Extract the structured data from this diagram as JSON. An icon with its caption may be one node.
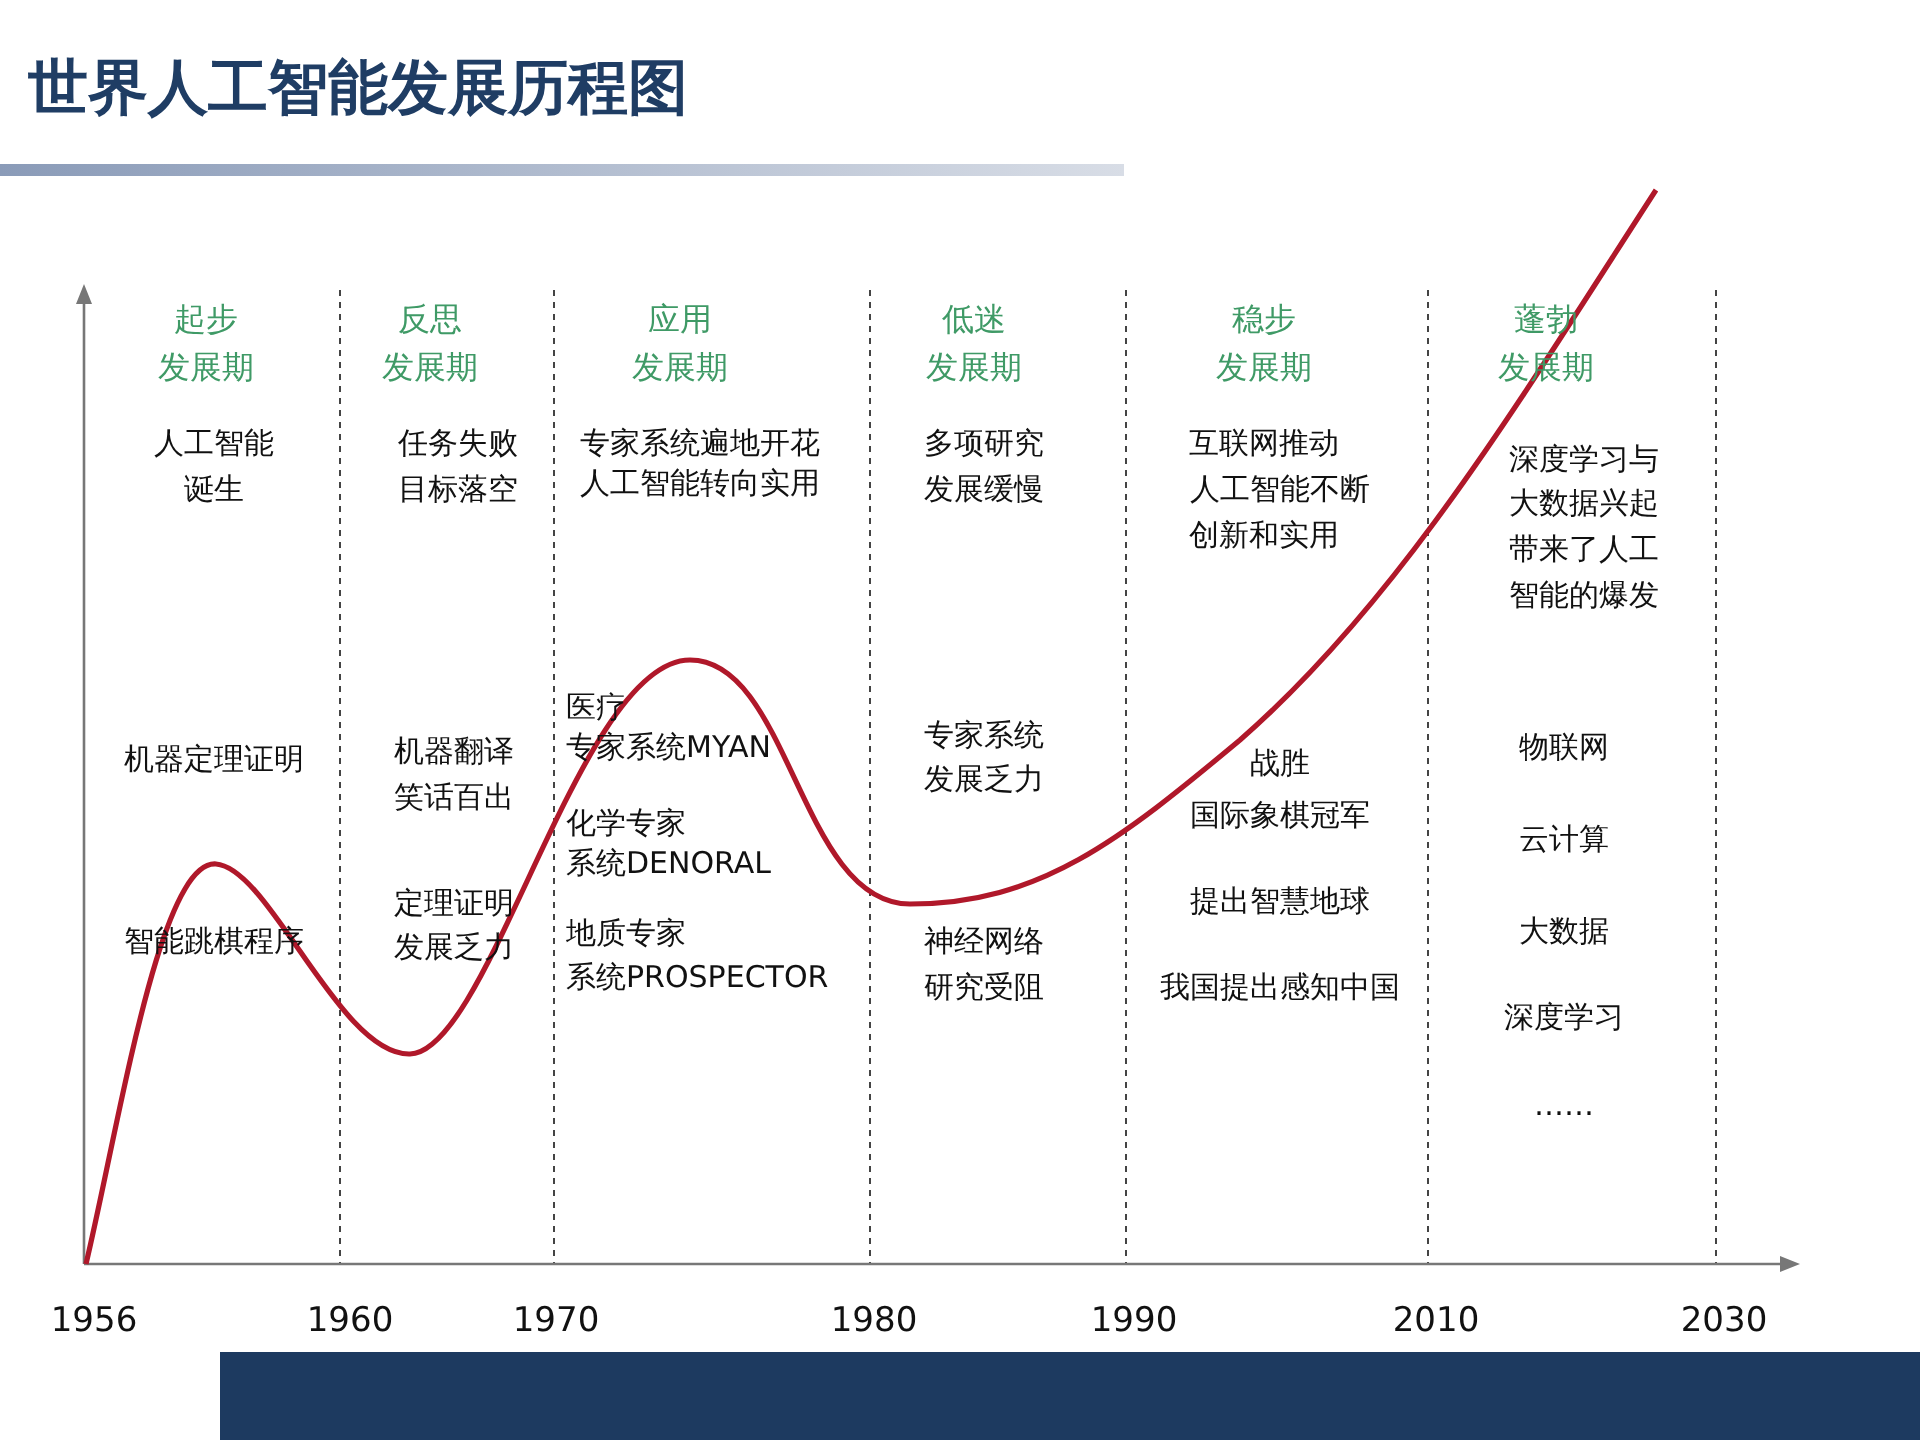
{
  "diagram": {
    "title": "世界人工智能发展历程图",
    "labels": [
      "起步",
      "反思",
      "应用",
      "低迷",
      "稳步",
      "蓬勃",
      "发展期",
      "发展期",
      "发展期",
      "发展期",
      "发展期",
      "发展期",
      "人工智能",
      "任务失败",
      "专家系统遍地开花",
      "多项研究",
      "互联网推动",
      "深度学习与",
      "诞生",
      "目标落空",
      "人工智能转向实用",
      "发展缓慢",
      "人工智能不断",
      "大数据兴起",
      "创新和实用",
      "带来了人工",
      "智能的爆发",
      "医疗",
      "机器定理证明",
      "机器翻译",
      "专家系统MYAN",
      "专家系统",
      "战胜",
      "物联网",
      "笑话百出",
      "发展乏力",
      "化学专家",
      "国际象棋冠军",
      "云计算",
      "系统DENORAL",
      "定理证明",
      "提出智慧地球",
      "智能跳棋程序",
      "发展乏力",
      "地质专家",
      "神经网络",
      "大数据",
      "系统PROSPECTOR",
      "研究受阻",
      "我国提出感知中国",
      "深度学习",
      "……",
      "1956",
      "1960",
      "1970",
      "1980",
      "1990",
      "2010",
      "2030"
    ]
  }
}
